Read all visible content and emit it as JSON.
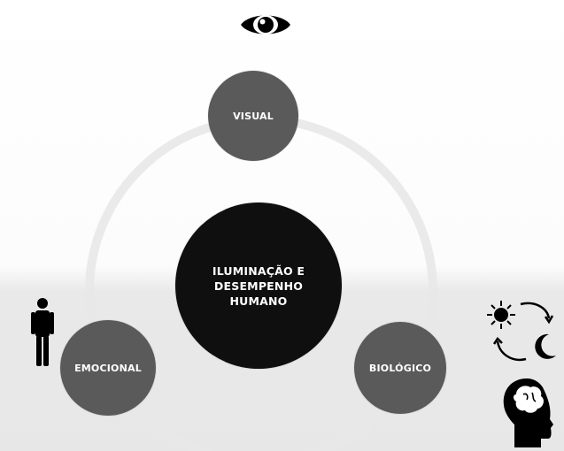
{
  "diagram": {
    "center_label": "ILUMINAÇÃO E\nDESEMPENHO\nHUMANO",
    "nodes": {
      "visual": "VISUAL",
      "emocional": "EMOCIONAL",
      "biologico": "BIOLÓGICO"
    }
  },
  "icons": {
    "eye": "eye-icon",
    "person": "person-icon",
    "sun_moon_cycle": "sun-moon-cycle-icon",
    "brain_head": "brain-head-icon"
  },
  "colors": {
    "outer_nodes": "#5a5a5a",
    "center_node": "#0f0f0f",
    "ring": "#e8e8e8",
    "text": "#ffffff"
  }
}
